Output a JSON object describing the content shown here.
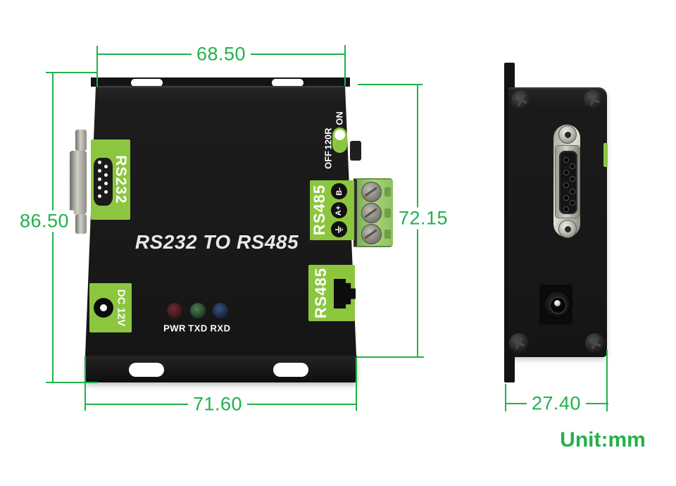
{
  "colors": {
    "dimension_green": "#22B14C",
    "label_green": "#8CC63F"
  },
  "dimensions": {
    "top_width": "68.50",
    "left_height": "86.50",
    "right_height": "72.15",
    "bottom_width": "71.60",
    "side_width": "27.40",
    "unit": "Unit:mm"
  },
  "front": {
    "title": "RS232 TO RS485",
    "rs232_port_label": "RS232",
    "termination_switch": {
      "label": "120R",
      "on": "ON",
      "off": "OFF"
    },
    "rs485_terminal": {
      "label": "RS485",
      "pins": [
        "B-",
        "A+"
      ]
    },
    "rs485_rj45_label": "RS485",
    "dc_power_label": "DC 12V",
    "leds": [
      {
        "label": "PWR"
      },
      {
        "label": "TXD"
      },
      {
        "label": "RXD"
      }
    ]
  }
}
